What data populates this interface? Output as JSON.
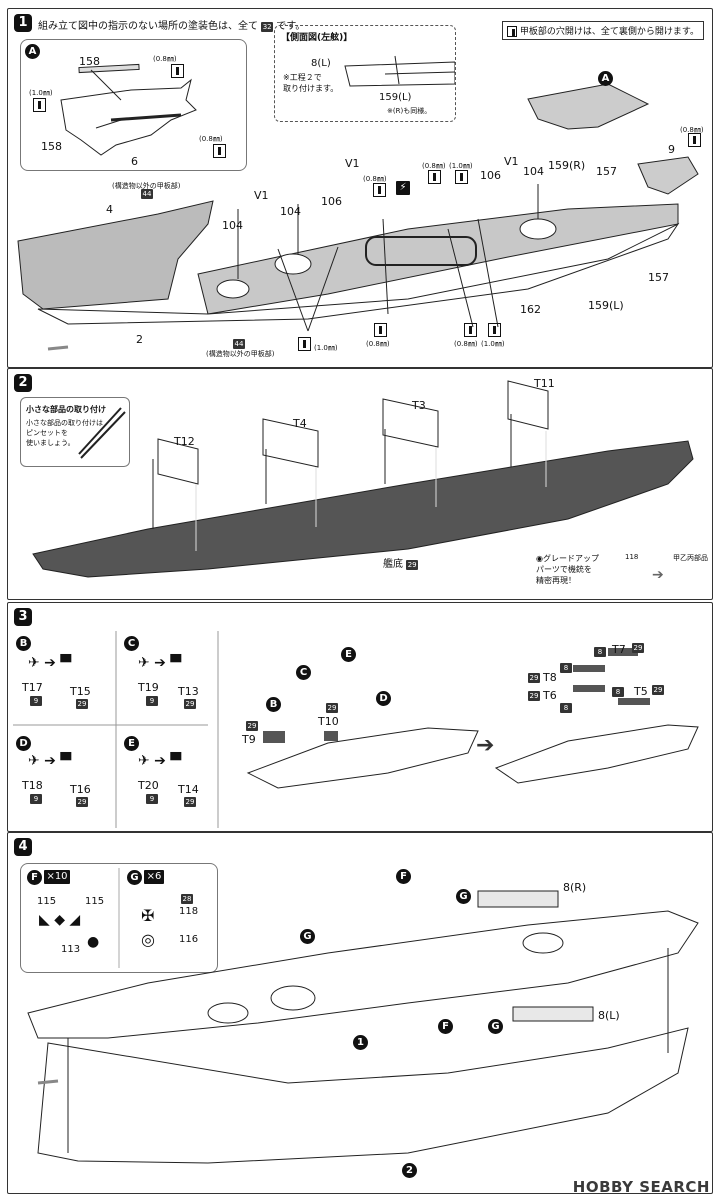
{
  "step1": {
    "num": "1",
    "note": "組み立て図中の指示のない場所の塗装色は、全て",
    "note_color": "32",
    "note_end": "です。",
    "drill_note": "甲板部の穴開けは、全て裏側から開けます。",
    "inset_a": {
      "marker": "A",
      "p158a": "158",
      "p158b": "158",
      "p6": "6",
      "d1": "(0.8㎜)",
      "d2": "(1.0㎜)",
      "d3": "(0.8㎜)"
    },
    "side_view": {
      "title": "【側面図(左舷)】",
      "p8": "8(L)",
      "note": "※工程２で\n取り付けます。",
      "p159": "159(L)",
      "same": "※(R)も同様。"
    },
    "parts": {
      "a": "A",
      "p9": "9",
      "d9": "(0.8㎜)",
      "p157a": "157",
      "p157b": "157",
      "p159r": "159(R)",
      "p159l": "159(L)",
      "p162": "162",
      "p4": "4",
      "p2": "2",
      "v1a": "V1",
      "v1b": "V1",
      "v1c": "V1",
      "p104a": "104",
      "p104b": "104",
      "p104c": "104",
      "p106a": "106",
      "p106b": "106",
      "d08a": "(0.8㎜)",
      "d10a": "(1.0㎜)",
      "d08b": "(0.8㎜)",
      "d08c": "(0.8㎜)",
      "d08d": "(0.8㎜)",
      "d10b": "(1.0㎜)",
      "d10c": "(1.0㎜)"
    },
    "deck_label_top": "(構造物以外の甲板部)",
    "deck_color_top": "44",
    "deck_label_bot": "(構造物以外の甲板部)",
    "deck_color_bot": "44"
  },
  "step2": {
    "num": "2",
    "tip_title": "小さな部品の取り付け",
    "tip_body": "小さな部品の取り付けは\nピンセットを\n使いましょう。",
    "parts": {
      "t12": "T12",
      "t4": "T4",
      "t3": "T3",
      "t11": "T11"
    },
    "hull_label": "艦底",
    "hull_color": "29",
    "upgrade_text": "◉グレードアップ\nパーツで機銃を\n精密再現！",
    "upgrade_part": "118",
    "upgrade_to": "甲乙丙部品"
  },
  "step3": {
    "num": "3",
    "groups": [
      {
        "marker": "B",
        "from": "T17",
        "from_color": "9",
        "to": "T15",
        "to_color": "29"
      },
      {
        "marker": "C",
        "from": "T19",
        "from_color": "9",
        "to": "T13",
        "to_color": "29"
      },
      {
        "marker": "D",
        "from": "T18",
        "from_color": "9",
        "to": "T16",
        "to_color": "29"
      },
      {
        "marker": "E",
        "from": "T20",
        "from_color": "9",
        "to": "T14",
        "to_color": "29"
      }
    ],
    "left": {
      "c": "C",
      "e": "E",
      "b": "B",
      "d": "D",
      "t9": "T9",
      "t9c": "29",
      "t10": "T10",
      "t10c": "29"
    },
    "right": {
      "t7": "T7",
      "t7c": "29",
      "t7k": "8",
      "t8": "T8",
      "t8c": "29",
      "t8k": "8",
      "t6": "T6",
      "t6c": "29",
      "t6k": "8",
      "t5": "T5",
      "t5c": "29",
      "t5k": "8"
    }
  },
  "step4": {
    "num": "4",
    "f": {
      "marker": "F",
      "count": "×10",
      "p115a": "115",
      "p115b": "115",
      "p113": "113"
    },
    "g": {
      "marker": "G",
      "count": "×6",
      "p118": "118",
      "p118c": "28",
      "p116": "116"
    },
    "labels": {
      "f1": "F",
      "f2": "F",
      "g1": "G",
      "g2": "G",
      "g3": "G",
      "p8r": "8(R)",
      "p8l": "8(L)",
      "n1": "1",
      "n2": "2"
    }
  },
  "watermark": "HOBBY SEARCH"
}
